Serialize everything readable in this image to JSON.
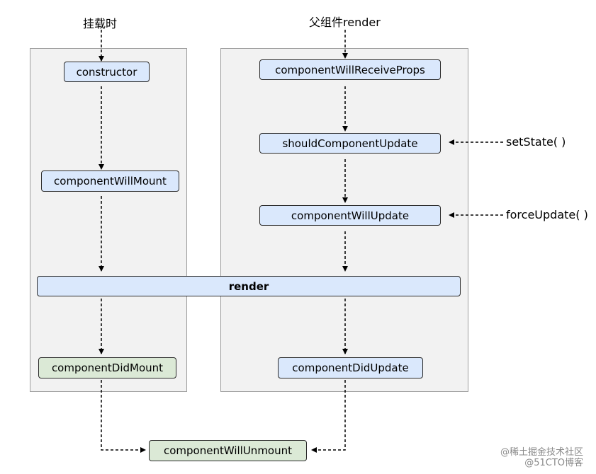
{
  "top_labels": {
    "mount": "挂载时",
    "parent_render": "父组件render"
  },
  "side_labels": {
    "set_state": "setState( )",
    "force_update": "forceUpdate( )"
  },
  "nodes": {
    "constructor": "constructor",
    "component_will_mount": "componentWillMount",
    "component_will_receive_props": "componentWillReceiveProps",
    "should_component_update": "shouldComponentUpdate",
    "component_will_update": "componentWillUpdate",
    "render": "render",
    "component_did_mount": "componentDidMount",
    "component_did_update": "componentDidUpdate",
    "component_will_unmount": "componentWillUnmount"
  },
  "watermark": {
    "line1": "@稀土掘金技术社区",
    "line2": "@51CTO博客"
  },
  "colors": {
    "blue_fill": "#dae8fc",
    "green_fill": "#dbe9d6",
    "panel_fill": "#f2f2f2"
  }
}
